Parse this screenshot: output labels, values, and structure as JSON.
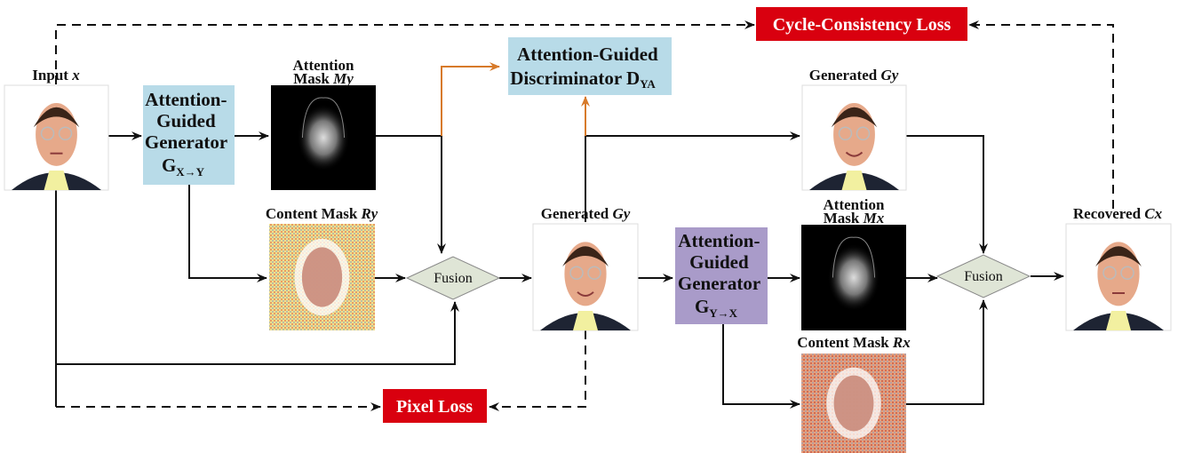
{
  "labels": {
    "input": {
      "text": "Input ",
      "var": "x"
    },
    "att_my_1": "Attention",
    "att_my_2": {
      "text": "Mask ",
      "var": "My"
    },
    "content_ry": {
      "text": "Content Mask ",
      "var": "Ry"
    },
    "gen_gy_mid": {
      "text": "Generated ",
      "var": "Gy"
    },
    "gen_gy_top": {
      "text": "Generated ",
      "var": "Gy"
    },
    "att_mx_1": "Attention",
    "att_mx_2": {
      "text": "Mask ",
      "var": "Mx"
    },
    "content_rx": {
      "text": "Content Mask ",
      "var": "Rx"
    },
    "recovered": {
      "text": "Recovered ",
      "var": "Cx"
    }
  },
  "generator_xy": {
    "line1": "Attention-",
    "line2": "Guided",
    "line3": "Generator",
    "symbol": "G",
    "sub": "X→Y",
    "color": "#b8dbe8"
  },
  "generator_yx": {
    "line1": "Attention-",
    "line2": "Guided",
    "line3": "Generator",
    "symbol": "G",
    "sub": "Y→X",
    "color": "#a99bc9"
  },
  "discriminator": {
    "line1": "Attention-Guided",
    "line2": "Discriminator D",
    "sub": "YA",
    "color": "#b8dbe8"
  },
  "fusion_label": "Fusion",
  "fusion_color": "#dfe5d6",
  "losses": {
    "cycle": "Cycle-Consistency Loss",
    "pixel": "Pixel Loss",
    "color": "#d9000f"
  },
  "arrow_colors": {
    "main": "#111111",
    "discriminator": "#d77a2a"
  }
}
